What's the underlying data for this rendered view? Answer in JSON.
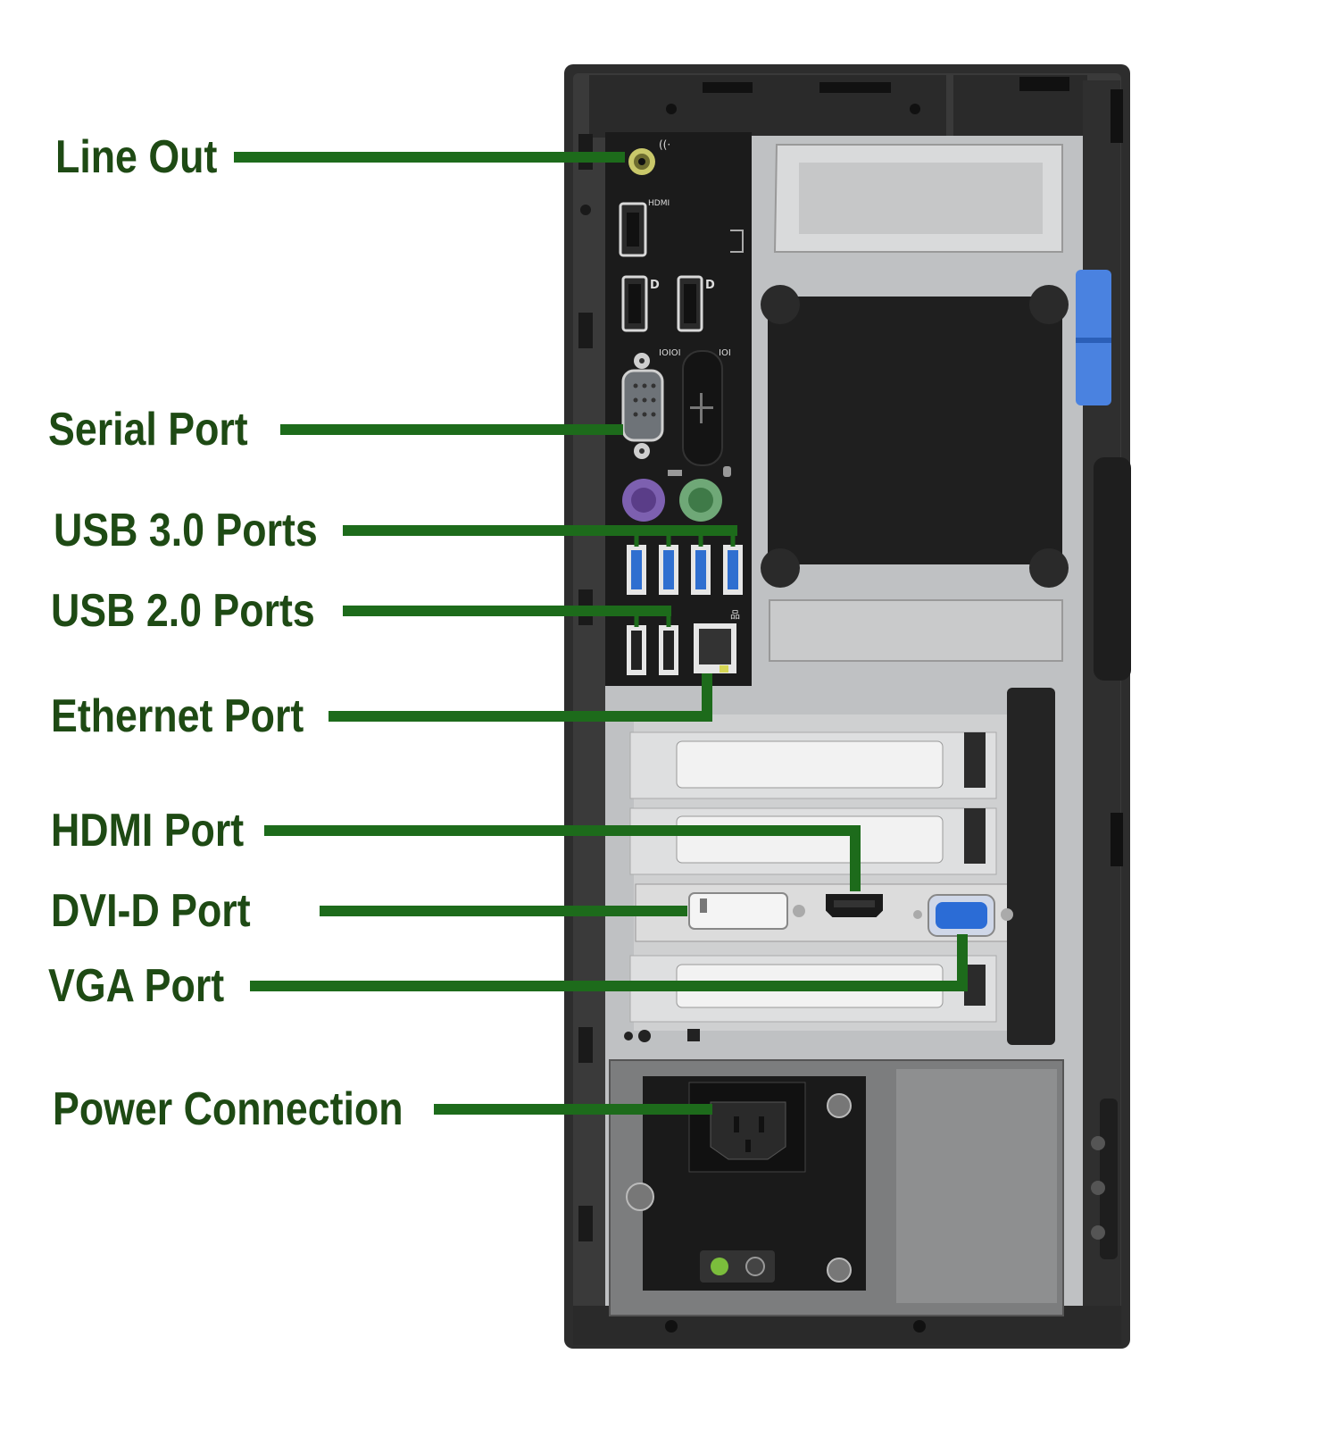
{
  "colors": {
    "label": "#1e4a14",
    "leader_line": "#1d6b1b",
    "case_frame": "#2d2d2d",
    "case_panel": "#bfc1c3",
    "io_panel": "#1b1b1b",
    "usb3_blue": "#2f6fd0",
    "expansion_latch": "#4a82e0",
    "background": "#ffffff"
  },
  "labels": [
    {
      "id": "line-out",
      "text": "Line Out"
    },
    {
      "id": "serial-port",
      "text": "Serial Port"
    },
    {
      "id": "usb3-ports",
      "text": "USB 3.0 Ports"
    },
    {
      "id": "usb2-ports",
      "text": "USB 2.0 Ports"
    },
    {
      "id": "ethernet-port",
      "text": "Ethernet Port"
    },
    {
      "id": "hdmi-port",
      "text": "HDMI Port"
    },
    {
      "id": "dvi-d-port",
      "text": "DVI-D Port"
    },
    {
      "id": "vga-port",
      "text": "VGA Port"
    },
    {
      "id": "power-connection",
      "text": "Power Connection"
    }
  ],
  "panel_markings": {
    "hdmi": "HDMI",
    "serial": "IOIOI",
    "parallel": "IOI"
  },
  "icons": [
    "line-out-jack-icon",
    "hdmi-port-icon",
    "displayport-icon",
    "serial-port-icon",
    "ps2-keyboard-icon",
    "ps2-mouse-icon",
    "usb3-port-icon",
    "usb2-port-icon",
    "ethernet-port-icon",
    "dvi-port-icon",
    "vga-port-icon",
    "power-socket-icon",
    "fan-grille-icon"
  ]
}
